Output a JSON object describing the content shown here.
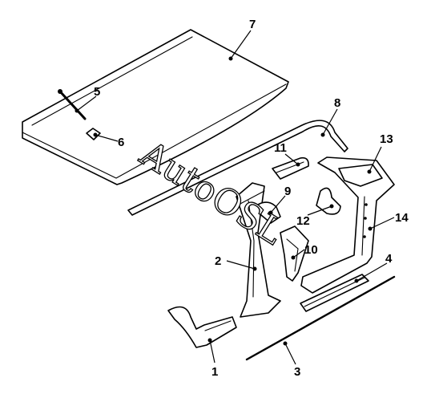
{
  "watermark": "AutoOSL",
  "callouts": [
    {
      "id": "1",
      "label": "1"
    },
    {
      "id": "2",
      "label": "2"
    },
    {
      "id": "3",
      "label": "3"
    },
    {
      "id": "4",
      "label": "4"
    },
    {
      "id": "5",
      "label": "5"
    },
    {
      "id": "6",
      "label": "6"
    },
    {
      "id": "7",
      "label": "7"
    },
    {
      "id": "8",
      "label": "8"
    },
    {
      "id": "9",
      "label": "9"
    },
    {
      "id": "10",
      "label": "10"
    },
    {
      "id": "11",
      "label": "11"
    },
    {
      "id": "12",
      "label": "12"
    },
    {
      "id": "13",
      "label": "13"
    },
    {
      "id": "14",
      "label": "14"
    }
  ],
  "colors": {
    "line": "#000000",
    "fill": "#ffffff"
  }
}
